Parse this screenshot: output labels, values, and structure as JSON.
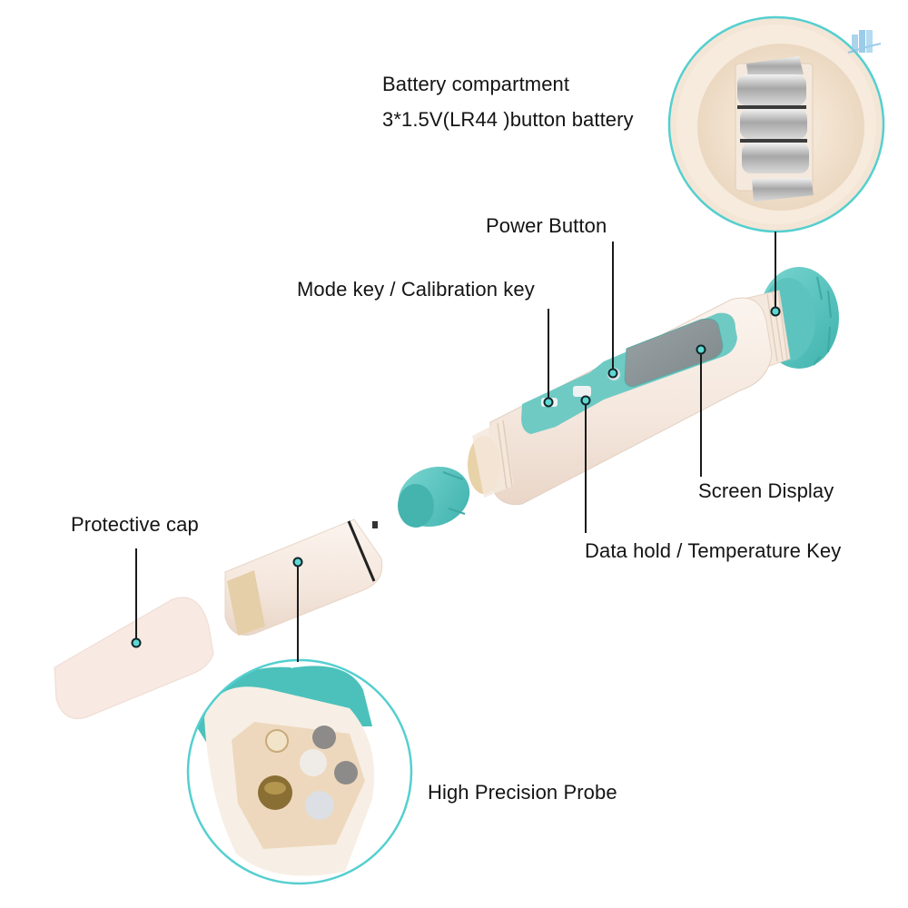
{
  "diagram": {
    "subject": "Digital water quality tester pen (exploded view)",
    "accent_color": "#5fc9c4",
    "body_color": "#f7ece3",
    "labels": {
      "battery_title": "Battery compartment",
      "battery_detail": "3*1.5V(LR44 )button battery",
      "power_button": "Power Button",
      "mode_key": "Mode key / Calibration key",
      "screen_display": "Screen Display",
      "data_hold": "Data hold / Temperature Key",
      "protective_cap": "Protective cap",
      "high_precision_probe": "High Precision Probe"
    },
    "callouts": [
      {
        "id": "battery-compartment",
        "label_key": "battery_title",
        "target": "battery cap thread"
      },
      {
        "id": "power-button",
        "label_key": "power_button",
        "target": "round power button on panel"
      },
      {
        "id": "mode-key",
        "label_key": "mode_key",
        "target": "left panel key"
      },
      {
        "id": "screen-display",
        "label_key": "screen_display",
        "target": "LCD screen"
      },
      {
        "id": "data-hold",
        "label_key": "data_hold",
        "target": "middle panel key"
      },
      {
        "id": "protective-cap",
        "label_key": "protective_cap",
        "target": "cap body"
      },
      {
        "id": "probe",
        "label_key": "high_precision_probe",
        "target": "probe module"
      }
    ],
    "insets": [
      {
        "id": "battery-inset",
        "content": "3 stacked button cells between metal contacts"
      },
      {
        "id": "probe-inset",
        "content": "probe tip with sensor electrodes"
      }
    ]
  }
}
